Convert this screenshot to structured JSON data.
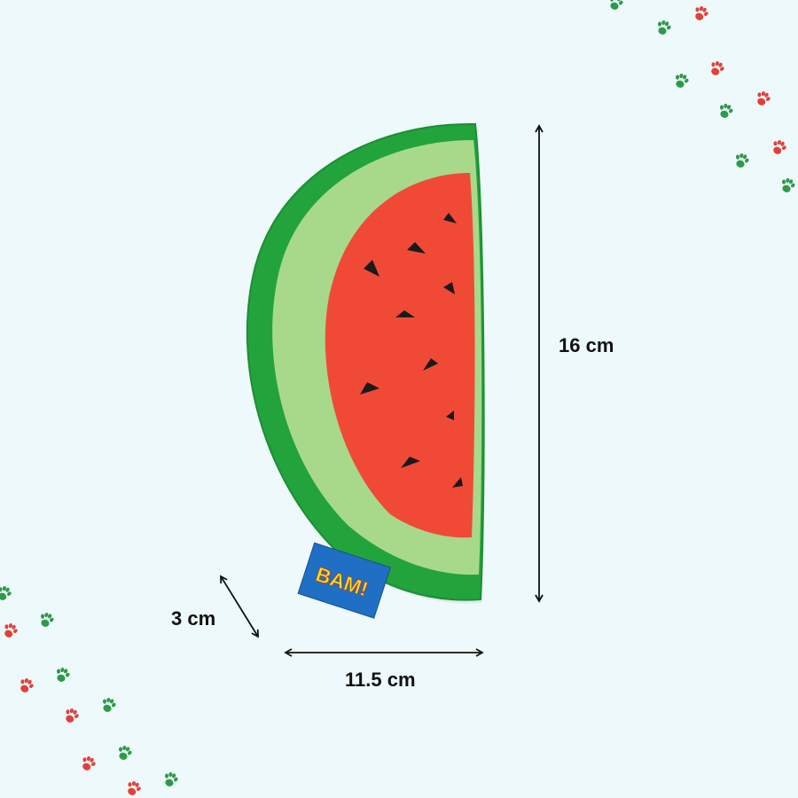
{
  "product": {
    "name": "watermelon-slice-plush-toy",
    "tag_text": "BAM!"
  },
  "dimensions": {
    "height_label": "16 cm",
    "width_label": "11.5 cm",
    "depth_label": "3 cm"
  },
  "colors": {
    "background": "#edf9fa",
    "rind_dark": "#22a33c",
    "rind_light": "#a8d98a",
    "flesh": "#f04a37",
    "seeds": "#1a1a1a",
    "tag_blue": "#1f6fc4",
    "tag_text": "#f7e21c",
    "paw_green": "#2e9a49",
    "paw_red": "#e2403a",
    "arrow": "#111111"
  },
  "icons": [
    "paw-print-icon"
  ]
}
